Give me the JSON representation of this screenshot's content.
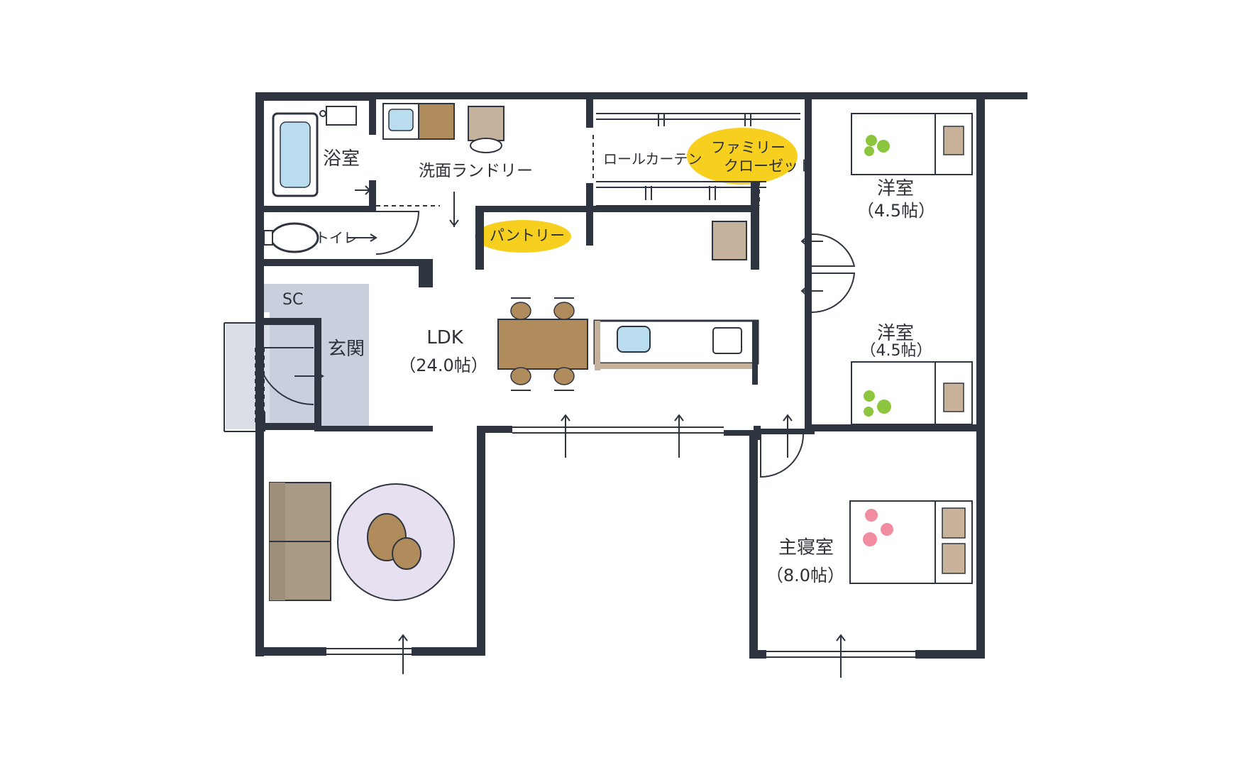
{
  "rooms": {
    "bath": {
      "name": "浴室"
    },
    "laundry": {
      "name": "洗面ランドリー"
    },
    "roll_curtain": {
      "label": "ロールカーテン"
    },
    "family_closet": {
      "line1": "ファミリー",
      "line2": "クローゼット"
    },
    "western_1": {
      "name": "洋室",
      "size": "（4.5帖）"
    },
    "toilet": {
      "name": "トイレ"
    },
    "pantry": {
      "name": "パントリー"
    },
    "shoe_closet": {
      "name": "SC"
    },
    "entrance": {
      "name": "玄関"
    },
    "ldk": {
      "name": "LDK",
      "size": "（24.0帖）"
    },
    "western_2": {
      "name": "洋室",
      "size": "（4.5帖）"
    },
    "master_bedroom": {
      "name": "主寝室",
      "size": "（8.0帖）"
    }
  },
  "colors": {
    "wall": "#2f3540",
    "wood": "#b08b5b",
    "sofa": "#a89a84",
    "rug": "#e6e0f0",
    "tile_blue": "#c9d0dd",
    "highlight": "#f7cf1f",
    "green_dots": "#8cc63f",
    "pink_dots": "#f28ca0",
    "fixture_blue": "#b9dcef",
    "pillow": "#c9b29a"
  }
}
